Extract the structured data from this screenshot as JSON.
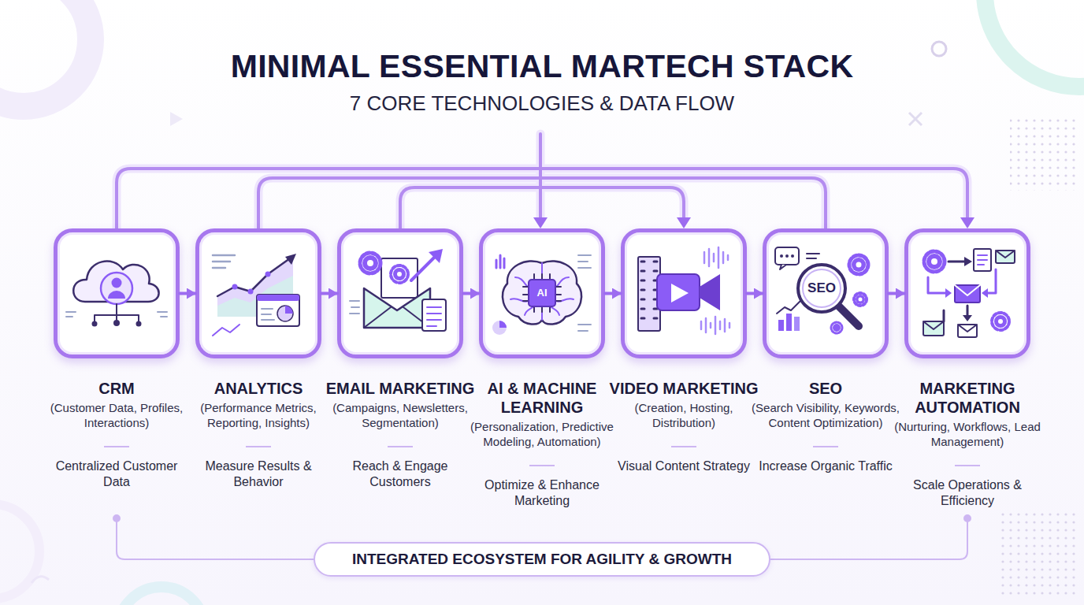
{
  "diagram": {
    "title": "MINIMAL ESSENTIAL MARTECH STACK",
    "nodes": [
      {
        "text": [
          "CRM",
          "(Customer Data, Profiles, Interactions)",
          "Centralized Customer Data"
        ]
      },
      {
        "text": [
          "ANALYTICS",
          "(Performance Metrics, Reporting, Insights)",
          "Measure Results & Behavior"
        ]
      },
      {
        "text": [
          "EMAIL MARKETING",
          "(Campaigns, Newsletters, Segmentation)",
          "Reach & Engage Customers"
        ]
      },
      {
        "text": [
          "AI & MACHINE LEARNING",
          "(Personalization, Predictive Modeling, Automation)",
          "Optimize & Enhance Marketing"
        ]
      },
      {
        "text": [
          "VIDEO MARKETING",
          "(Creation, Hosting, Distribution)",
          "Visual Content Strategy"
        ]
      },
      {
        "text": [
          "SEO",
          "(Search Visibility, Keywords, Content Optimization)",
          "Increase Organic Traffic"
        ]
      },
      {
        "text": [
          "MARKETING AUTOMATION",
          "(Nurturing, Workflows, Lead Management)",
          "Scale Operations & Efficiency"
        ]
      },
      {
        "text": [
          "INTEGRATED ECOSYSTEM FOR AGILITY & GROWTH"
        ]
      }
    ],
    "edges": [
      {
        "from": 0,
        "to": 1,
        "arrow": "to"
      },
      {
        "from": 1,
        "to": 2,
        "arrow": "to"
      },
      {
        "from": 2,
        "to": 3,
        "arrow": "to"
      },
      {
        "from": 3,
        "to": 4,
        "arrow": "to"
      },
      {
        "from": 4,
        "to": 5,
        "arrow": "to"
      },
      {
        "from": 5,
        "to": 6,
        "arrow": "to"
      }
    ],
    "labels": [
      "7 CORE TECHNOLOGIES & DATA FLOW",
      "AI",
      "SEO"
    ]
  }
}
